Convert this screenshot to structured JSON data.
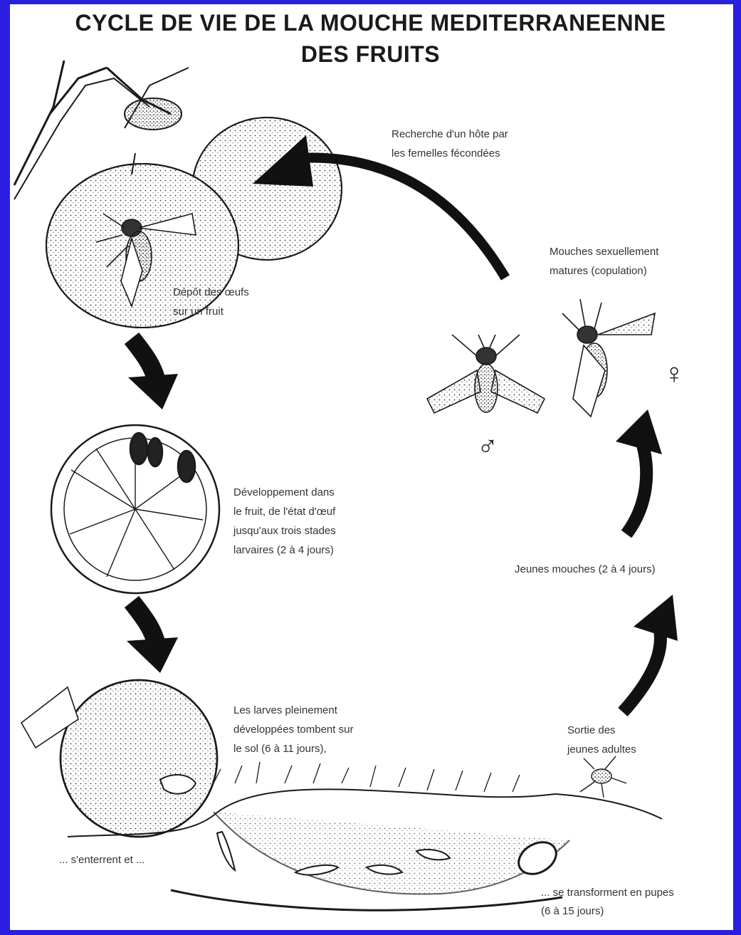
{
  "title": {
    "line1": "CYCLE DE VIE DE LA MOUCHE MEDITERRANEENNE",
    "line2": "DES FRUITS"
  },
  "stages": {
    "host_search": [
      "Recherche d'un hôte par",
      "les femelles fécondées"
    ],
    "egg_laying": [
      "Dépôt des œufs",
      "sur un fruit"
    ],
    "development": [
      "Développement dans",
      "le fruit, de l'état d'œuf",
      "jusqu'aux trois stades",
      "larvaires (2 à 4 jours)"
    ],
    "larvae_fall": [
      "Les larves pleinement",
      "développées tombent sur",
      "le sol (6 à 11 jours),"
    ],
    "burrow": "... s'enterrent et ...",
    "pupae": [
      "... se transforment en pupes",
      "(6 à 15 jours)"
    ],
    "emergence": [
      "Sortie des",
      "jeunes adultes"
    ],
    "young_flies": "Jeunes mouches (2 à 4 jours)",
    "mature_flies": [
      "Mouches sexuellement",
      "matures (copulation)"
    ]
  },
  "symbols": {
    "male": "♂",
    "female": "♀"
  },
  "colors": {
    "border": "#2a1fe0",
    "ink": "#1a1a1a"
  }
}
